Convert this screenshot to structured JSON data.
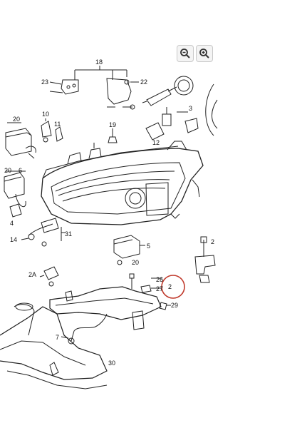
{
  "toolbar": {
    "zoom_out_icon": "zoom-out-icon",
    "zoom_in_icon": "zoom-in-icon"
  },
  "diagram": {
    "callouts": {
      "c18": "18",
      "c23": "23",
      "c22": "22",
      "c20a": "20",
      "c10": "10",
      "c11": "11",
      "c19": "19",
      "c3": "3",
      "c12": "12",
      "c20b": "20",
      "c6": "6",
      "c4": "4",
      "c14": "14",
      "c31": "31",
      "c5": "5",
      "c20c": "20",
      "c2a": "2A",
      "c26": "26",
      "c27": "27",
      "c2b": "2",
      "c2c": "2",
      "c29": "29",
      "c7": "7",
      "c30": "30"
    },
    "highlight_color": "#c0392b"
  }
}
